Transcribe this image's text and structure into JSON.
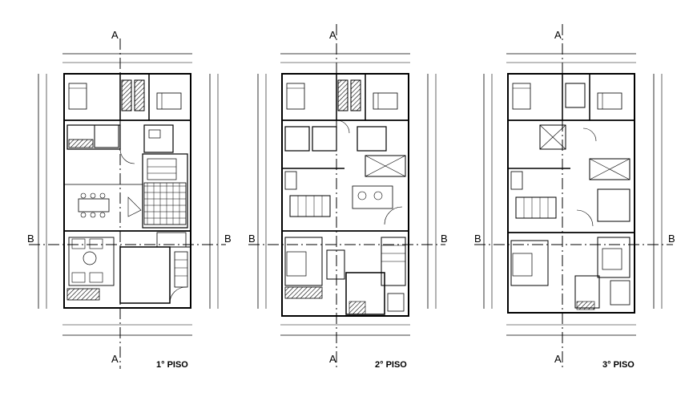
{
  "drawing": {
    "floors": [
      {
        "id": "1",
        "caption": "1° PISO"
      },
      {
        "id": "2",
        "caption": "2° PISO"
      },
      {
        "id": "3",
        "caption": "3° PISO"
      }
    ],
    "section_a": "A",
    "section_b": "B",
    "colors": {
      "line": "#000000",
      "hatch": "#555555",
      "background": "#ffffff"
    }
  }
}
